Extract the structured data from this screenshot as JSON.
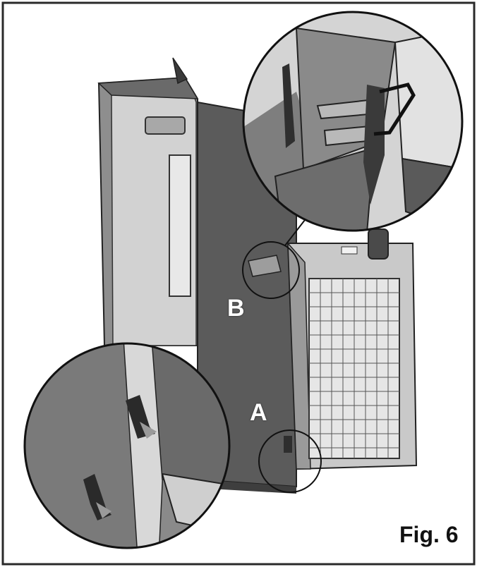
{
  "figure": {
    "caption": "Fig. 6",
    "label_a": "A",
    "label_b": "B"
  },
  "colors": {
    "frame": "#2a2a2a",
    "unit_light": "#c9c9c9",
    "unit_dark": "#5b5b5b",
    "filter_grid": "#d6d6d6",
    "background": "#ffffff"
  }
}
